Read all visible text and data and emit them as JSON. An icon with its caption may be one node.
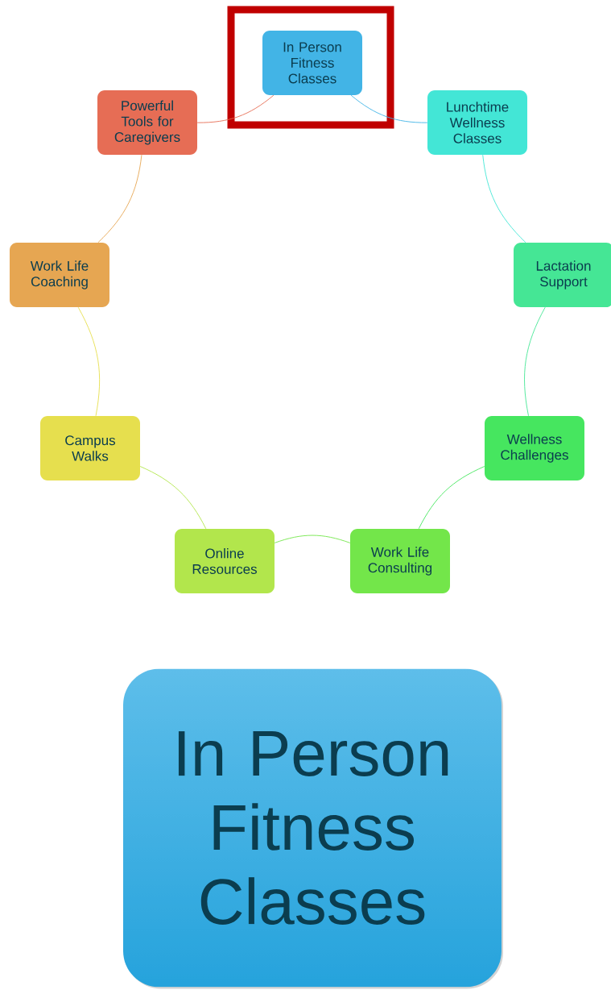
{
  "diagram": {
    "nodes": [
      {
        "text": [
          "In Person Fitness Classes"
        ]
      },
      {
        "text": [
          "Lunchtime Wellness Classes"
        ]
      },
      {
        "text": [
          "Lactation Support"
        ]
      },
      {
        "text": [
          "Wellness Challenges"
        ]
      },
      {
        "text": [
          "Work Life Consulting"
        ]
      },
      {
        "text": [
          "Online Resources"
        ]
      },
      {
        "text": [
          "Campus Walks"
        ]
      },
      {
        "text": [
          "Work Life Coaching"
        ]
      },
      {
        "text": [
          "Powerful Tools for Caregivers"
        ]
      },
      {
        "text": [
          "In Person Fitness Classes"
        ]
      }
    ],
    "edges": [
      {
        "from": 0,
        "to": 1,
        "arrow": "none",
        "color": "#42b4e6"
      },
      {
        "from": 1,
        "to": 2,
        "arrow": "none",
        "color": "#43e6d6"
      },
      {
        "from": 2,
        "to": 3,
        "arrow": "none",
        "color": "#45e695"
      },
      {
        "from": 3,
        "to": 4,
        "arrow": "none",
        "color": "#46e65f"
      },
      {
        "from": 4,
        "to": 5,
        "arrow": "none",
        "color": "#73e64a"
      },
      {
        "from": 5,
        "to": 6,
        "arrow": "none",
        "color": "#b2e64c"
      },
      {
        "from": 6,
        "to": 7,
        "arrow": "none",
        "color": "#e6df4e"
      },
      {
        "from": 7,
        "to": 8,
        "arrow": "none",
        "color": "#e6a652"
      },
      {
        "from": 8,
        "to": 0,
        "arrow": "none",
        "color": "#e66d55"
      }
    ]
  }
}
